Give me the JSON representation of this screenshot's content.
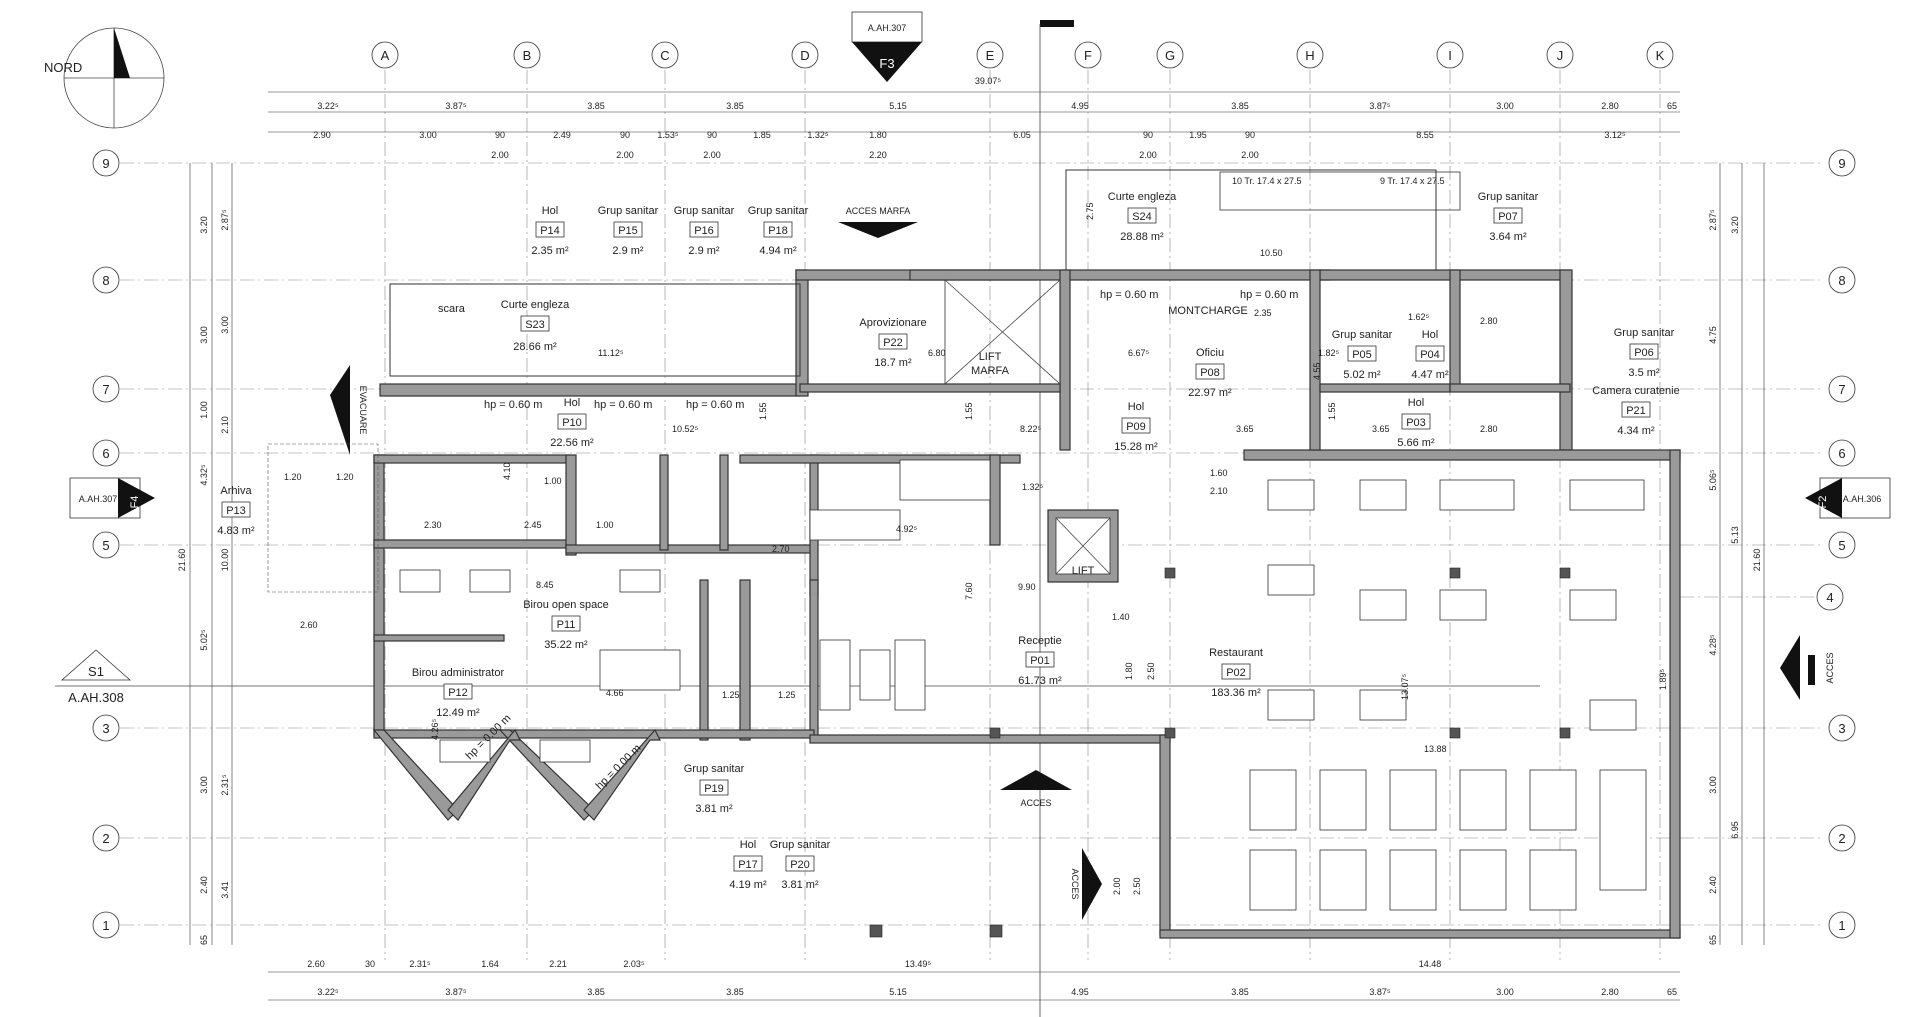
{
  "north": {
    "label": "NORD"
  },
  "grid_letters": [
    "A",
    "B",
    "C",
    "D",
    "E",
    "F",
    "G",
    "H",
    "I",
    "J",
    "K"
  ],
  "grid_numbers": [
    "9",
    "8",
    "7",
    "6",
    "5",
    "4",
    "3",
    "2",
    "1"
  ],
  "section_top": {
    "ref": "A.AH.307",
    "mark": "F3"
  },
  "section_left": {
    "ref": "A.AH.307",
    "mark": "F4"
  },
  "section_right": {
    "ref": "A.AH.306",
    "mark": "F2"
  },
  "section_s1": {
    "mark": "S1",
    "ref": "A.AH.308"
  },
  "total_width": "39.07⁵",
  "dims_top_1": [
    "3.22⁵",
    "3.87⁵",
    "3.85",
    "3.85",
    "5.15",
    "4.95",
    "3.85",
    "3.87⁵",
    "3.00",
    "2.80",
    "65"
  ],
  "dims_top_2": [
    "2.90",
    "3.00",
    "90",
    "2.49",
    "90",
    "1.53⁵",
    "90",
    "1.85",
    "1.32⁵",
    "1.80",
    "6.05",
    "90",
    "1.95",
    "90",
    "8.55",
    "3.12⁵"
  ],
  "dims_top_3": [
    "2.00",
    "2.00",
    "2.00",
    "2.20",
    "2.00",
    "2.00"
  ],
  "dims_bottom_1": [
    "2.60",
    "30",
    "2.31⁵",
    "1.64",
    "2.21",
    "2.03⁵",
    "13.49⁵",
    "14.48"
  ],
  "dims_bottom_2": [
    "3.22⁵",
    "3.87⁵",
    "3.85",
    "3.85",
    "5.15",
    "4.95",
    "3.85",
    "3.87⁵",
    "3.00",
    "2.80",
    "65"
  ],
  "dims_left_1": [
    "3.20",
    "3.00",
    "1.00",
    "4.32⁵",
    "5.02⁵",
    "3.00",
    "2.40",
    "65"
  ],
  "dims_left_2": [
    "2.87⁵",
    "3.00",
    "2.10",
    "10.00",
    "2.31⁵",
    "3.41"
  ],
  "dims_left_total": "21.60",
  "dims_right_1": [
    "2.87⁵",
    "4.75",
    "5.06⁵",
    "4.28⁵",
    "3.00",
    "2.40",
    "65"
  ],
  "dims_right_2": [
    "3.20",
    "5.13",
    "6.95"
  ],
  "dims_right_total": "21.60",
  "access_labels": {
    "marfa": "ACCES MARFA",
    "evacuare": "EVACUARE",
    "acces_bottom": "ACCES",
    "acces_right": "ACCES",
    "acces_lower": "ACCES"
  },
  "rooms": [
    {
      "name": "Hol",
      "code": "P14",
      "area": "2.35 m²"
    },
    {
      "name": "Grup sanitar",
      "code": "P15",
      "area": "2.9 m²"
    },
    {
      "name": "Grup sanitar",
      "code": "P16",
      "area": "2.9 m²"
    },
    {
      "name": "Grup sanitar",
      "code": "P18",
      "area": "4.94 m²"
    },
    {
      "name": "Curte engleza",
      "code": "S23",
      "area": "28.66 m²"
    },
    {
      "name": "Curte engleza",
      "code": "S24",
      "area": "28.88 m²"
    },
    {
      "name": "Aprovizionare",
      "code": "P22",
      "area": "18.7 m²"
    },
    {
      "name": "Grup sanitar",
      "code": "P07",
      "area": "3.64 m²"
    },
    {
      "name": "Oficiu",
      "code": "P08",
      "area": "22.97 m²"
    },
    {
      "name": "Grup sanitar",
      "code": "P05",
      "area": "5.02 m²"
    },
    {
      "name": "Hol",
      "code": "P04",
      "area": "4.47 m²"
    },
    {
      "name": "Grup sanitar",
      "code": "P06",
      "area": "3.5 m²"
    },
    {
      "name": "Camera curatenie",
      "code": "P21",
      "area": "4.34 m²"
    },
    {
      "name": "Hol",
      "code": "P03",
      "area": "5.66 m²"
    },
    {
      "name": "Hol",
      "code": "P10",
      "area": "22.56 m²"
    },
    {
      "name": "Hol",
      "code": "P09",
      "area": "15.28 m²"
    },
    {
      "name": "Arhiva",
      "code": "P13",
      "area": "4.83 m²"
    },
    {
      "name": "Birou open space",
      "code": "P11",
      "area": "35.22 m²"
    },
    {
      "name": "Birou administrator",
      "code": "P12",
      "area": "12.49 m²"
    },
    {
      "name": "Receptie",
      "code": "P01",
      "area": "61.73 m²"
    },
    {
      "name": "Restaurant",
      "code": "P02",
      "area": "183.36 m²"
    },
    {
      "name": "Grup sanitar",
      "code": "P19",
      "area": "3.81 m²"
    },
    {
      "name": "Hol",
      "code": "P17",
      "area": "4.19 m²"
    },
    {
      "name": "Grup sanitar",
      "code": "P20",
      "area": "3.81 m²"
    }
  ],
  "misc": {
    "scara": "scara",
    "lift_marfa_1": "LIFT",
    "lift_marfa_2": "MARFA",
    "lift": "LIFT",
    "montcharge": "MONTCHARGE",
    "hp060": "hp = 0.60 m",
    "hp000": "hp = 0.00 m",
    "stairs_a": "10 Tr. 17.4 x 27.5",
    "stairs_b": "9 Tr. 17.4 x 27.5",
    "d_1112": "11.12⁵",
    "d_680": "6.80",
    "d_275": "2.75",
    "d_667": "6.67⁵",
    "d_1050": "10.50",
    "d_235": "2.35",
    "d_1052": "10.52⁵",
    "d_822": "8.22⁵",
    "d_365": "3.65",
    "d_155": "1.55",
    "d_280": "2.80",
    "d_845": "8.45",
    "d_990": "9.90",
    "d_760": "7.60",
    "d_1388": "13.88",
    "d_1307": "13.07⁵",
    "d_140": "1.40",
    "d_180": "1.80",
    "d_250": "2.50",
    "d_492": "4.92⁵",
    "d_210": "2.10",
    "d_100": "1.00",
    "d_230": "2.30",
    "d_245": "2.45",
    "d_260": "2.60",
    "d_120": "1.20",
    "d_410": "4.10",
    "d_455": "4.55",
    "d_160": "1.60",
    "d_125": "1.25",
    "d_270": "2.70",
    "d_132": "1.32⁵",
    "d_200": "2.00",
    "d_466": "4.66",
    "d_426": "4.26⁵",
    "d_189": "1.89⁵",
    "d_162": "1.62⁵",
    "d_182": "1.82⁵"
  }
}
